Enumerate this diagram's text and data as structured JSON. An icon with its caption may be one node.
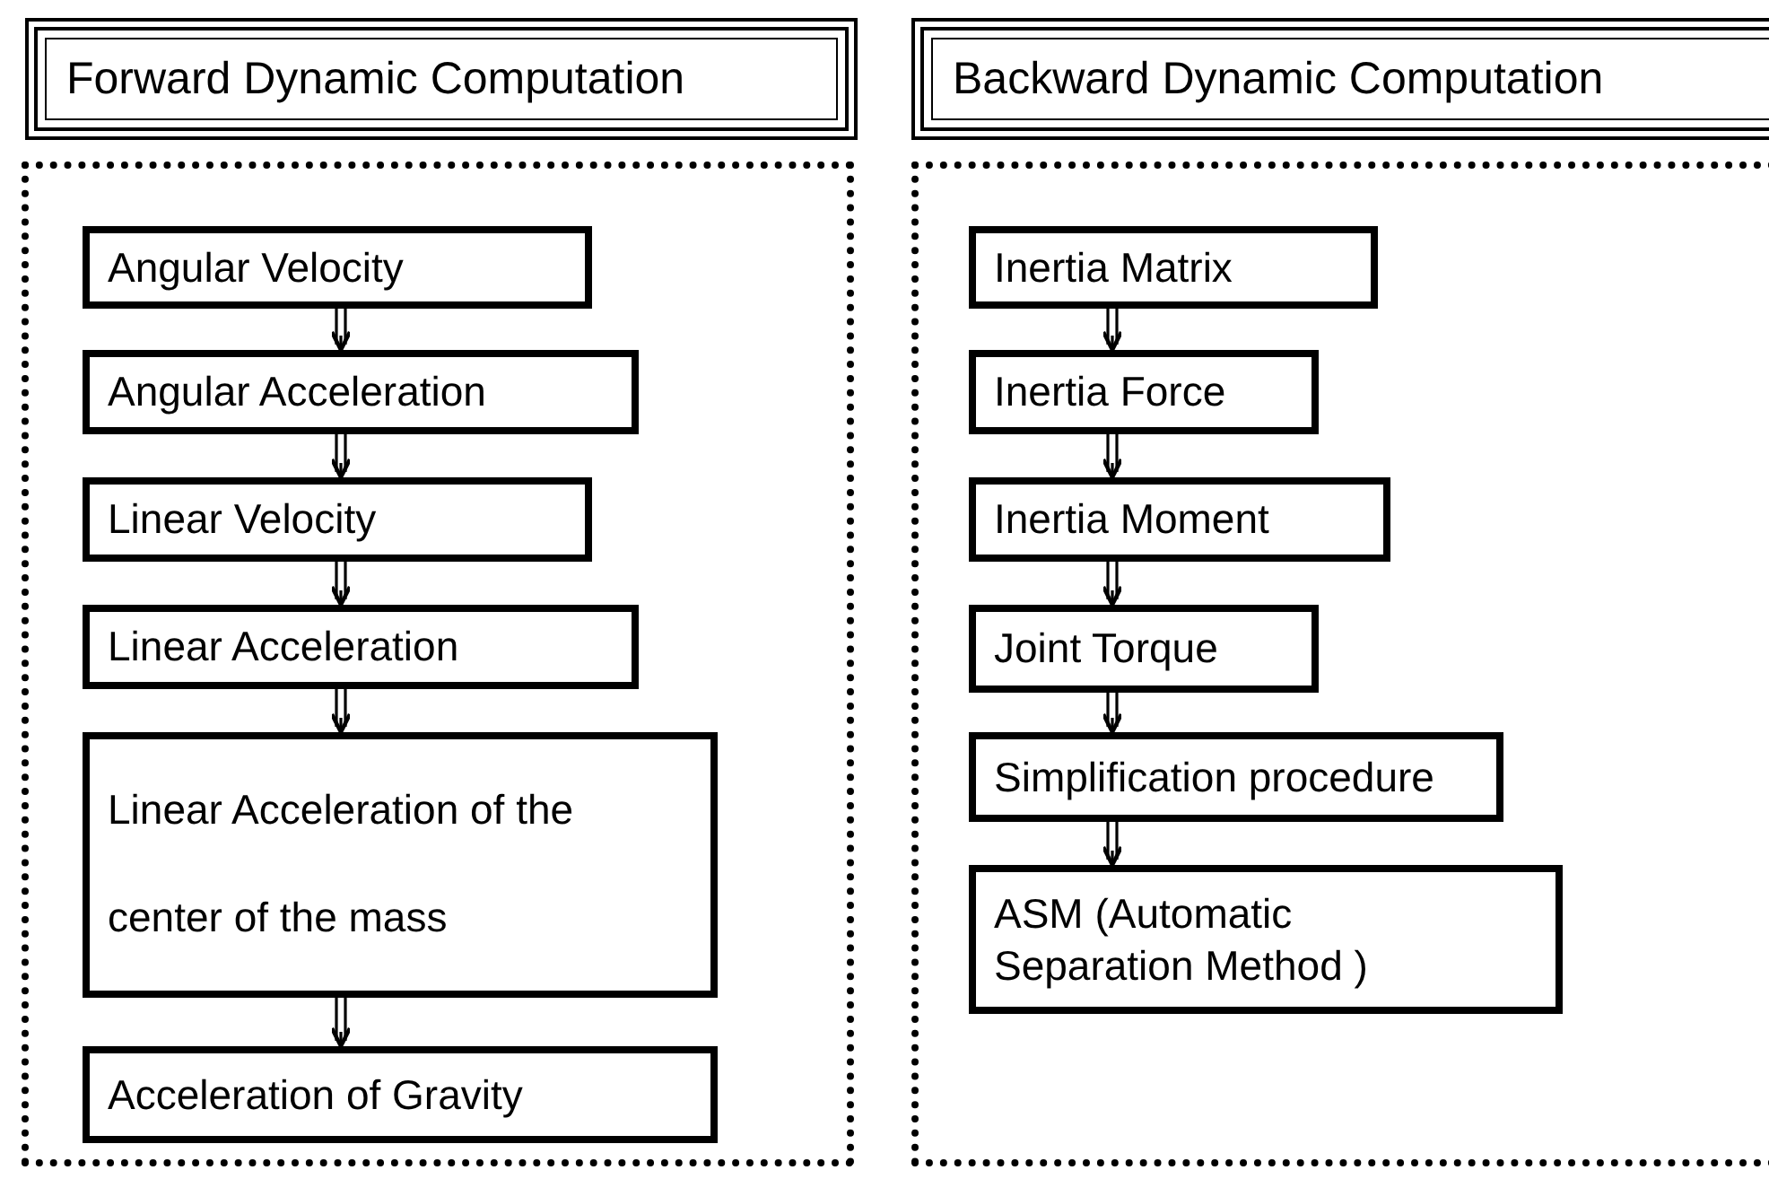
{
  "diagram": {
    "nodes": [
      {
        "text": [
          "Forward Dynamic Computation"
        ]
      },
      {
        "text": [],
        "shape": "box"
      },
      {
        "text": [
          "Angular Velocity"
        ],
        "in": 1
      },
      {
        "text": [
          "Angular Acceleration"
        ],
        "in": 1
      },
      {
        "text": [
          "Linear Velocity"
        ],
        "in": 1
      },
      {
        "text": [
          "Linear Acceleration"
        ],
        "in": 1
      },
      {
        "text": [
          "Linear Acceleration of the center of the mass"
        ],
        "in": 1
      },
      {
        "text": [
          "Acceleration of Gravity"
        ],
        "in": 1
      },
      {
        "text": [
          "Backward Dynamic Computation"
        ]
      },
      {
        "text": [],
        "shape": "box"
      },
      {
        "text": [
          "Inertia Matrix"
        ],
        "in": 9
      },
      {
        "text": [
          "Inertia Force"
        ],
        "in": 9
      },
      {
        "text": [
          "Inertia Moment"
        ],
        "in": 9
      },
      {
        "text": [
          "Joint Torque"
        ],
        "in": 9
      },
      {
        "text": [
          "Simplification procedure"
        ],
        "in": 9
      },
      {
        "text": [
          "ASM (Automatic Separation Method )"
        ],
        "in": 9
      }
    ],
    "edges": [
      {
        "from": 2,
        "to": 3,
        "arrow": "to"
      },
      {
        "from": 3,
        "to": 4,
        "arrow": "to"
      },
      {
        "from": 4,
        "to": 5,
        "arrow": "to"
      },
      {
        "from": 5,
        "to": 6,
        "arrow": "to"
      },
      {
        "from": 6,
        "to": 7,
        "arrow": "to"
      },
      {
        "from": 10,
        "to": 11,
        "arrow": "to"
      },
      {
        "from": 11,
        "to": 12,
        "arrow": "to"
      },
      {
        "from": 12,
        "to": 13,
        "arrow": "to"
      },
      {
        "from": 13,
        "to": 14,
        "arrow": "to"
      },
      {
        "from": 14,
        "to": 15,
        "arrow": "to"
      }
    ]
  }
}
